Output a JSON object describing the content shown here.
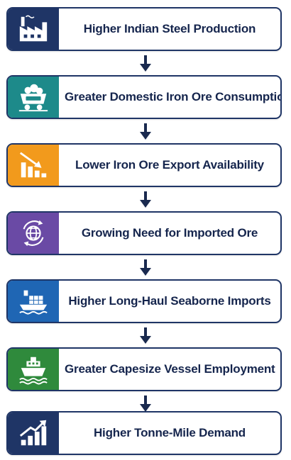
{
  "colors": {
    "navy": "#1f3566",
    "teal": "#1d8a8a",
    "orange": "#f29a1c",
    "purple": "#6a4aa5",
    "blue": "#1f66b4",
    "green": "#2f8a3c",
    "text": "#15254d"
  },
  "steps": [
    {
      "label": "Higher Indian Steel Production",
      "icon": "factory-icon",
      "color": "#1f3566"
    },
    {
      "label": "Greater Domestic Iron Ore Consumption",
      "icon": "mine-cart-icon",
      "color": "#1d8a8a"
    },
    {
      "label": "Lower Iron Ore Export Availability",
      "icon": "declining-chart-icon",
      "color": "#f29a1c"
    },
    {
      "label": "Growing Need for Imported Ore",
      "icon": "globe-cycle-icon",
      "color": "#6a4aa5"
    },
    {
      "label": "Higher Long-Haul Seaborne Imports",
      "icon": "container-ship-icon",
      "color": "#1f66b4"
    },
    {
      "label": "Greater Capesize Vessel Employment",
      "icon": "bulk-vessel-icon",
      "color": "#2f8a3c"
    },
    {
      "label": "Higher Tonne-Mile Demand",
      "icon": "rising-chart-icon",
      "color": "#1f3566"
    }
  ]
}
